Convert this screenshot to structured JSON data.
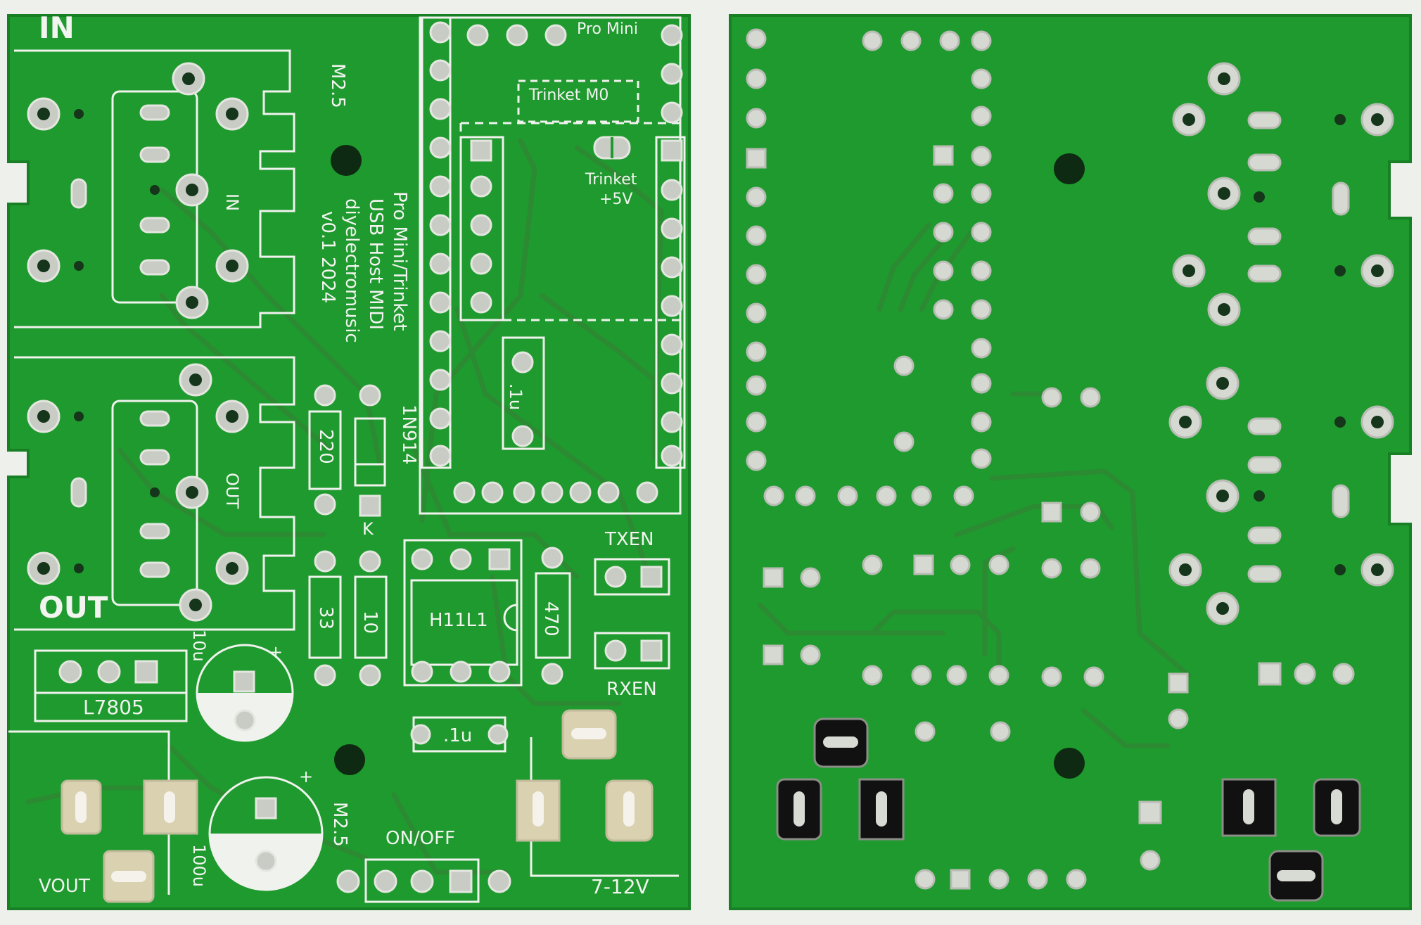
{
  "colors": {
    "board_green": "#1f9a2e",
    "board_dark": "#1a7d26",
    "silkscreen": "#f2f4f0",
    "pad_silver": "#c9ccc4",
    "background": "#eef0ec"
  },
  "top_board": {
    "labels": {
      "in": "IN",
      "out": "OUT",
      "in_small": "IN",
      "out_small": "OUT",
      "m25_top": "M2.5",
      "m25_bottom": "M2.5",
      "pro_mini": "Pro Mini",
      "trinket_m0": "Trinket M0",
      "trinket": "Trinket",
      "plus5v": "+5V",
      "title_1": "Pro Mini/Trinket",
      "title_2": "USB Host MIDI",
      "title_3": "diyelectromusic",
      "title_4": "v0.1 2024",
      "r220": "220",
      "diode": "1N914",
      "k": "K",
      "r33": "33",
      "r10": "10",
      "opto": "H11L1",
      "r470": "470",
      "txen": "TXEN",
      "rxen": "RXEN",
      "cap_01u_top": ".1u",
      "cap_01u_bottom": ".1u",
      "cap_10u": "10u",
      "cap_100u": "100u",
      "reg": "L7805",
      "onoff": "ON/OFF",
      "vout": "VOUT",
      "vin": "7-12V",
      "plus_10u": "+",
      "plus_100u": "+"
    }
  },
  "bottom_board": {
    "side": "back"
  }
}
